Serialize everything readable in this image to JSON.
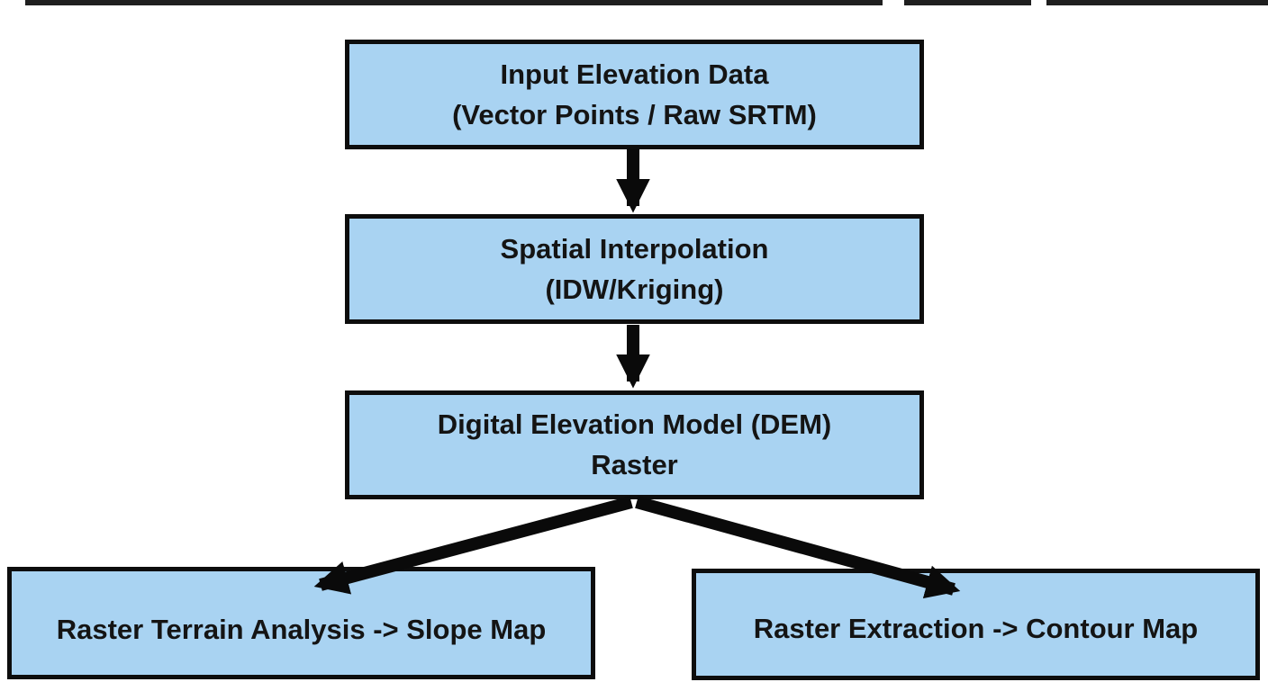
{
  "diagram_type": "flowchart",
  "nodes": [
    {
      "id": "input-elevation-data",
      "lines": [
        "Input Elevation Data",
        "(Vector Points / Raw SRTM)"
      ]
    },
    {
      "id": "spatial-interpolation",
      "lines": [
        "Spatial Interpolation",
        "(IDW/Kriging)"
      ]
    },
    {
      "id": "dem-raster",
      "lines": [
        "Digital Elevation Model (DEM)",
        "Raster"
      ]
    },
    {
      "id": "slope-map",
      "lines": [
        "Raster Terrain Analysis -> Slope Map"
      ]
    },
    {
      "id": "contour-map",
      "lines": [
        "Raster Extraction -> Contour Map"
      ]
    }
  ],
  "edges": [
    {
      "from": "input-elevation-data",
      "to": "spatial-interpolation"
    },
    {
      "from": "spatial-interpolation",
      "to": "dem-raster"
    },
    {
      "from": "dem-raster",
      "to": "slope-map"
    },
    {
      "from": "dem-raster",
      "to": "contour-map"
    }
  ],
  "colors": {
    "background": "#ffffff",
    "node_fill": "#a9d3f2",
    "node_border": "#0d0d0d",
    "arrow": "#0a0a0a",
    "text": "#141414",
    "top_bar": "#0c0c0c"
  }
}
